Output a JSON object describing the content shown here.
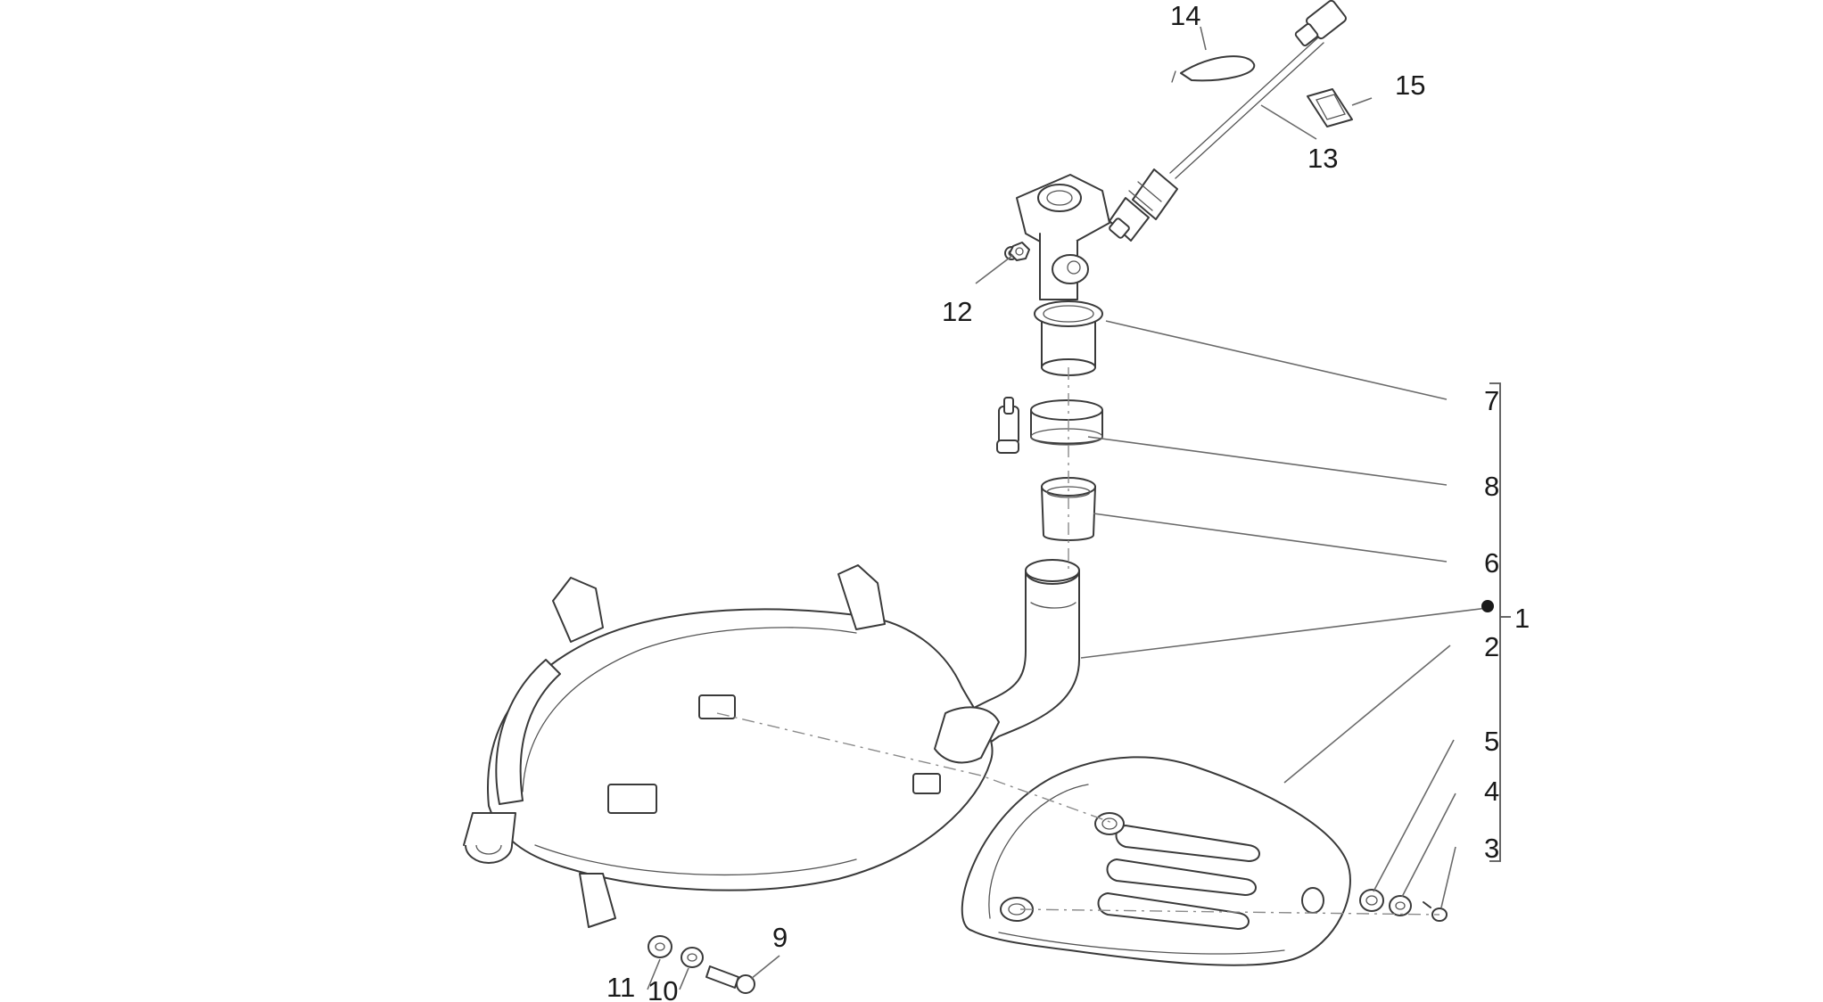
{
  "diagram": {
    "callouts": {
      "c1": "1",
      "c2": "2",
      "c3": "3",
      "c4": "4",
      "c5": "5",
      "c6": "6",
      "c7": "7",
      "c8": "8",
      "c9": "9",
      "c10": "10",
      "c11": "11",
      "c12": "12",
      "c13": "13",
      "c14": "14",
      "c15": "15"
    },
    "colors": {
      "line": "#3a3a3a",
      "leader": "#6a6a6a",
      "text": "#1a1a1a",
      "background": "#ffffff"
    }
  }
}
